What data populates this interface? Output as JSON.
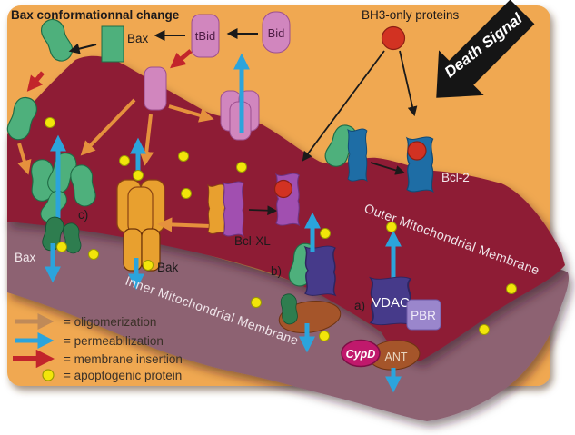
{
  "diagram": {
    "title": "Bax conformationnal change",
    "proteins": {
      "bax_top": "Bax",
      "tbid": "tBid",
      "bid": "Bid",
      "bh3": "BH3-only proteins",
      "bcl2": "Bcl-2",
      "bclxl": "Bcl-XL",
      "bax_inner": "Bax",
      "bak": "Bak",
      "vdac": "VDAC",
      "pbr": "PBR",
      "cypd": "CypD",
      "ant": "ANT"
    },
    "membranes": {
      "outer": "Outer Mitochondrial Membrane",
      "inner": "Inner Mitochondrial Membrane"
    },
    "annotations": {
      "death_signal": "Death Signal",
      "a": "a)",
      "b": "b)",
      "c": "c)"
    },
    "legend": {
      "items": [
        {
          "symbol": "oligomerization-arrow",
          "color": "#c08a58",
          "label": "= oligomerization"
        },
        {
          "symbol": "permeabilization-arrow",
          "color": "#2ba4dc",
          "label": "= permeabilization"
        },
        {
          "symbol": "membrane-insertion-arrow",
          "color": "#c2252b",
          "label": "= membrane insertion"
        },
        {
          "symbol": "apoptogenic-protein-dot",
          "color": "#f2e50a",
          "label": "= apoptogenic protein"
        }
      ]
    },
    "colors": {
      "background": "#ffffff",
      "card": "#f0a851",
      "outer_membrane": "#8e1c36",
      "inner_membrane": "#8d6272",
      "bax_green": "#4eb07c",
      "bid_pink": "#d186be",
      "bak_orange": "#e8a02f",
      "bclxl_purple": "#a14fb0",
      "bcl2_blue": "#1e6da5",
      "vdac_indigo": "#463a8a",
      "pbr_lilac": "#9a86cc",
      "cypd_magenta": "#c0196c",
      "ant_brown": "#a5552a",
      "bh3_red": "#d23222",
      "apoptogenic_yellow": "#f2e50a",
      "arrow_blue": "#2ba4dc",
      "arrow_red": "#c2252b",
      "arrow_orange": "#e5913d",
      "death_arrow": "#151515"
    }
  }
}
